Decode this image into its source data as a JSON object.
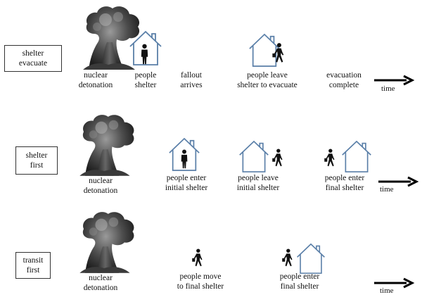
{
  "rows": [
    {
      "label": [
        "shelter",
        "evacuate"
      ],
      "events": [
        [
          "nuclear",
          "detonation"
        ],
        [
          "people",
          "shelter"
        ],
        [
          "fallout",
          "arrives"
        ],
        [
          "people leave",
          "shelter to evacuate"
        ],
        [
          "evacuation",
          "complete"
        ]
      ],
      "time": "time"
    },
    {
      "label": [
        "shelter",
        "first"
      ],
      "events": [
        [
          "nuclear",
          "detonation"
        ],
        [
          "people enter",
          "initial shelter"
        ],
        [
          "people leave",
          "initial shelter"
        ],
        [
          "people enter",
          "final shelter"
        ]
      ],
      "time": "time"
    },
    {
      "label": [
        "transit",
        "first"
      ],
      "events": [
        [
          "nuclear",
          "detonation"
        ],
        [
          "people move",
          "to final shelter"
        ],
        [
          "people enter",
          "final shelter"
        ]
      ],
      "time": "time"
    }
  ],
  "icons": {
    "cloud": "mushroom-cloud-icon",
    "house": "house-icon",
    "person": "person-icon",
    "arrow": "time-arrow-icon"
  }
}
